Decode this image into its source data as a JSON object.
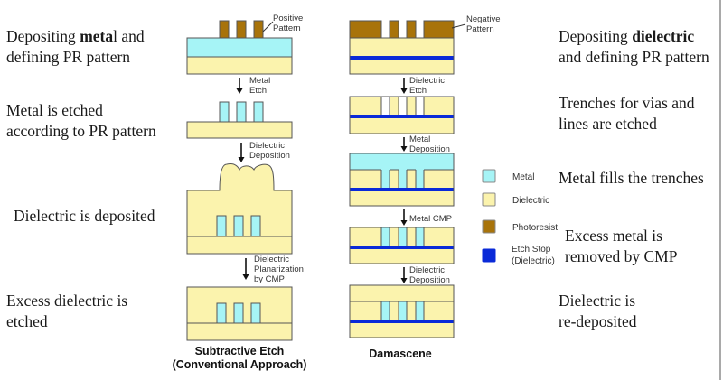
{
  "colors": {
    "metal": "#a6f4f6",
    "dielectric": "#fbf3ad",
    "photoresist": "#a8730a",
    "etch_stop": "#0a2ad8",
    "outline": "#555555"
  },
  "left_captions": [
    {
      "pre": "Depositing ",
      "bold": "meta",
      "post": "l and",
      "line2": "defining PR pattern"
    },
    {
      "pre": "Metal is etched",
      "bold": "",
      "post": "",
      "line2": "according to PR pattern"
    },
    {
      "pre": "Dielectric is deposited",
      "bold": "",
      "post": "",
      "line2": ""
    },
    {
      "pre": "Excess dielectric is",
      "bold": "",
      "post": "",
      "line2": "etched"
    }
  ],
  "right_captions": [
    {
      "pre": "Depositing ",
      "bold": "dielectric",
      "post": "",
      "line2": "and defining PR pattern"
    },
    {
      "pre": "Trenches for vias and",
      "bold": "",
      "post": "",
      "line2": "lines are etched"
    },
    {
      "pre": "Metal fills the trenches",
      "bold": "",
      "post": "",
      "line2": ""
    },
    {
      "pre": "Excess metal is",
      "bold": "",
      "post": "",
      "line2": "removed by CMP"
    },
    {
      "pre": "Dielectric is",
      "bold": "",
      "post": "",
      "line2": "re-deposited"
    }
  ],
  "subtractive": {
    "title_line1": "Subtractive Etch",
    "title_line2": "(Conventional Approach)",
    "pattern_label": [
      "Positive",
      "Pattern"
    ],
    "steps": [
      [
        "Metal",
        "Etch"
      ],
      [
        "Dielectric",
        "Deposition"
      ],
      [
        "Dielectric",
        "Planarization",
        "by CMP"
      ]
    ]
  },
  "damascene": {
    "title": "Damascene",
    "pattern_label": [
      "Negative",
      "Pattern"
    ],
    "steps": [
      [
        "Dielectric",
        "Etch"
      ],
      [
        "Metal",
        "Deposition"
      ],
      [
        "Metal CMP"
      ],
      [
        "Dielectric",
        "Deposition"
      ]
    ]
  },
  "legend": [
    {
      "key": "metal",
      "label": [
        "Metal"
      ]
    },
    {
      "key": "dielectric",
      "label": [
        "Dielectric"
      ]
    },
    {
      "key": "photoresist",
      "label": [
        "Photoresist"
      ]
    },
    {
      "key": "etch_stop",
      "label": [
        "Etch Stop",
        "(Dielectric)"
      ]
    }
  ]
}
